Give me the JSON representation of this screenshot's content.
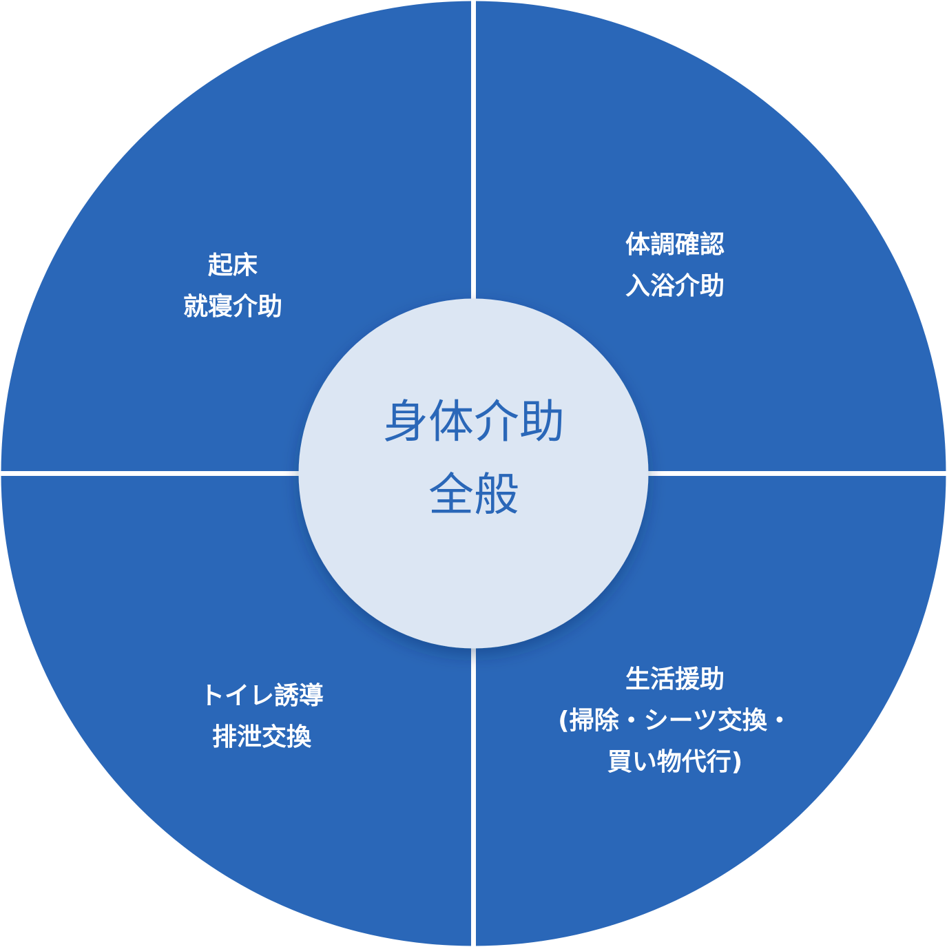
{
  "diagram": {
    "center": {
      "line1": "身体介助",
      "line2": "全般"
    },
    "quadrants": {
      "top_left": [
        "起床",
        "就寝介助"
      ],
      "top_right": [
        "体調確認",
        "入浴介助"
      ],
      "bottom_left": [
        "トイレ誘導",
        "排泄交換"
      ],
      "bottom_right": [
        "生活援助",
        "(掃除・シーツ交換・",
        "買い物代行)"
      ]
    },
    "colors": {
      "quadrant_fill": "#2a67b8",
      "divider": "#ffffff",
      "center_fill": "#dce6f3",
      "center_text": "#2a67b8",
      "quadrant_text": "#ffffff"
    }
  }
}
